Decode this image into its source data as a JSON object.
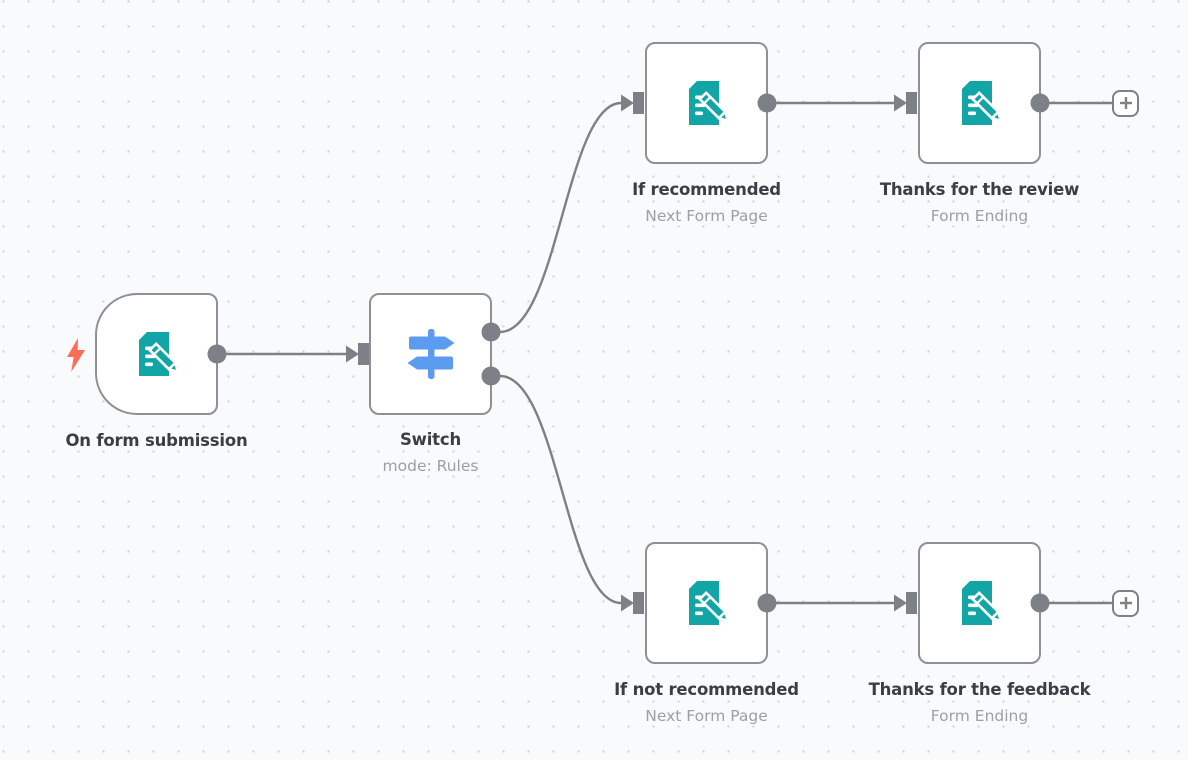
{
  "app": {
    "name": "workflow-editor-canvas",
    "colors": {
      "canvas_background": "#f9fafb",
      "grid_dot": "#ced1d6",
      "node_border": "#8d9197",
      "connector": "#7d8187",
      "form_icon": "#11a5a5",
      "switch_icon": "#5c9cf0",
      "trigger_bolt": "#ff6d5a",
      "title_text": "#3a3f46",
      "subtitle_text": "#9aa0a8"
    }
  },
  "nodes": [
    {
      "id": "on-form-submission",
      "title": "On form submission",
      "subtitle": "",
      "kind": "form-trigger",
      "icon": "form-icon",
      "has_trigger_bolt": true
    },
    {
      "id": "switch",
      "title": "Switch",
      "subtitle": "mode: Rules",
      "kind": "switch",
      "icon": "switch-icon",
      "outputs": 2
    },
    {
      "id": "if-recommended",
      "title": "If recommended",
      "subtitle": "Next Form Page",
      "kind": "form-page",
      "icon": "form-icon"
    },
    {
      "id": "thanks-for-the-review",
      "title": "Thanks for the review",
      "subtitle": "Form Ending",
      "kind": "form-ending",
      "icon": "form-icon"
    },
    {
      "id": "if-not-recommended",
      "title": "If not recommended",
      "subtitle": "Next Form Page",
      "kind": "form-page",
      "icon": "form-icon"
    },
    {
      "id": "thanks-for-the-feedback",
      "title": "Thanks for the feedback",
      "subtitle": "Form Ending",
      "kind": "form-ending",
      "icon": "form-icon"
    }
  ],
  "connections": [
    {
      "from": "on-form-submission",
      "to": "switch"
    },
    {
      "from": "switch",
      "output": 0,
      "to": "if-recommended"
    },
    {
      "from": "switch",
      "output": 1,
      "to": "if-not-recommended"
    },
    {
      "from": "if-recommended",
      "to": "thanks-for-the-review"
    },
    {
      "from": "thanks-for-the-review",
      "to": "add-node-button-top"
    },
    {
      "from": "if-not-recommended",
      "to": "thanks-for-the-feedback"
    },
    {
      "from": "thanks-for-the-feedback",
      "to": "add-node-button-bottom"
    }
  ],
  "add_buttons": [
    {
      "id": "add-node-button-top"
    },
    {
      "id": "add-node-button-bottom"
    }
  ]
}
